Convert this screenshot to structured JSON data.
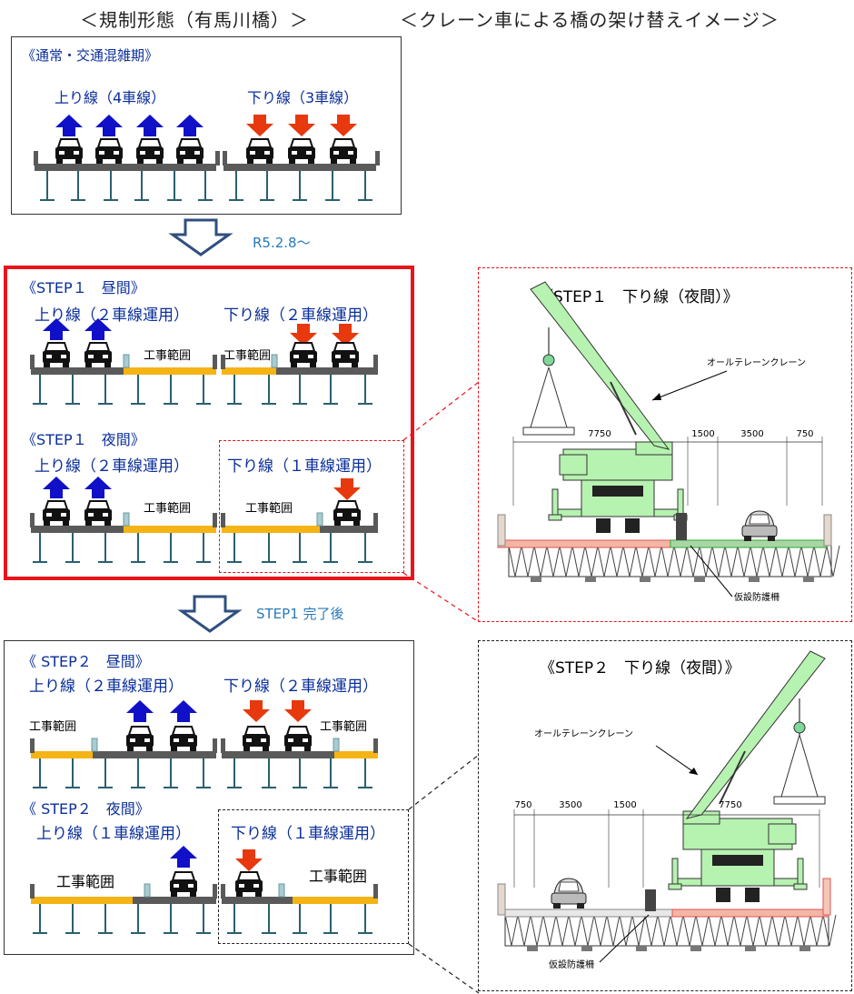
{
  "headers": {
    "left": "＜規制形態（有馬川橋）＞",
    "right": "＜クレーン車による橋の架け替えイメージ＞"
  },
  "panels": {
    "normal": {
      "title": "《通常・交通混雑期》",
      "up": "上り線（4車線）",
      "down": "下り線（3車線）"
    },
    "step1_day": {
      "title": "《STEP１　昼間》",
      "up": "上り線（２車線運用）",
      "down": "下り線（２車線運用）",
      "work": "工事範囲"
    },
    "step1_night": {
      "title": "《STEP１　夜間》",
      "up": "上り線（２車線運用）",
      "down": "下り線（１車線運用）",
      "work": "工事範囲"
    },
    "step2_day": {
      "title": "《 STEP２　昼間》",
      "up": "上り線（２車線運用）",
      "down": "下り線（２車線運用）",
      "work": "工事範囲"
    },
    "step2_night": {
      "title": "《 STEP２　夜間》",
      "up": "上り線（１車線運用）",
      "down": "下り線（１車線運用）",
      "work": "工事範囲"
    }
  },
  "transitions": {
    "first": "R5.2.8～",
    "second": "STEP1 完了後"
  },
  "details": {
    "step1": {
      "title": "《STEP１　下り線（夜間）》",
      "crane": "オールテレーンクレーン",
      "barrier": "仮設防護柵",
      "dims": [
        "7750",
        "1500",
        "3500",
        "750"
      ]
    },
    "step2": {
      "title": "《STEP２　下り線（夜間）》",
      "crane": "オールテレーンクレーン",
      "barrier": "仮設防護柵",
      "dims": [
        "750",
        "3500",
        "1500",
        "7750"
      ]
    }
  },
  "colors": {
    "up_arrow": "#1010c8",
    "down_arrow": "#e8380d",
    "highlight_frame": "#e8141c",
    "work_zone": "#f5b415",
    "deck": "#5a5a5a",
    "crane": "#b6f2b0"
  }
}
